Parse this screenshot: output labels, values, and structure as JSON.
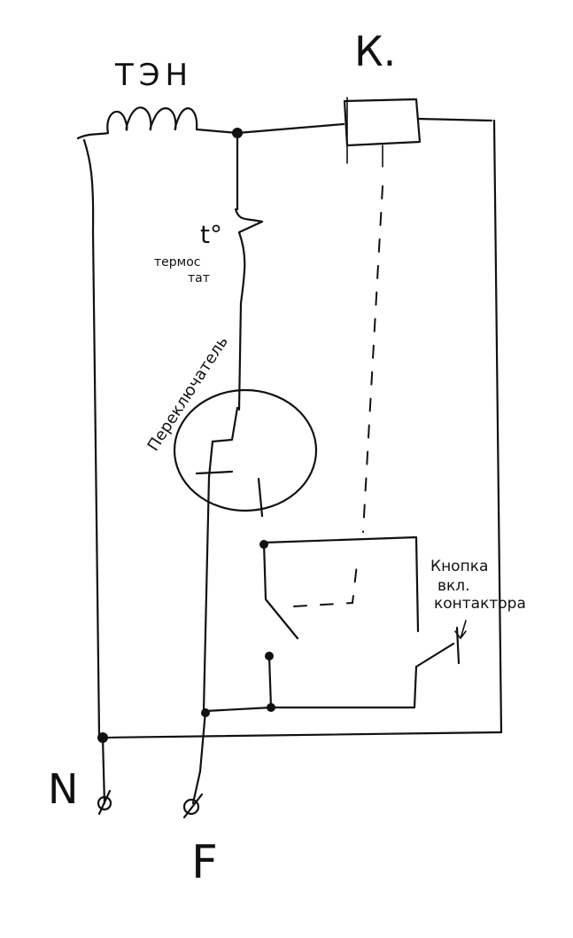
{
  "labels": {
    "heater": "ТЭН",
    "contactor": "К.",
    "thermostat_line1": "термос",
    "thermostat_line2": "тат",
    "thermostat_symbol": "t°",
    "switch": "Переключатель",
    "button_line1": "Кнопка",
    "button_line2": "вкл.",
    "button_line3": "контактора",
    "neutral": "N",
    "phase": "F"
  }
}
